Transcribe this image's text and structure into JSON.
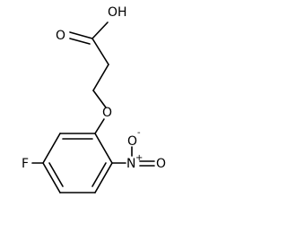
{
  "structure": {
    "atoms": {
      "hydroxyl": "OH",
      "carbonyl_oxygen": "O",
      "ether_oxygen": "O",
      "fluorine": "F",
      "nitro_nitrogen": "N",
      "nitro_charge": "+",
      "nitro_oxygen_top": "O",
      "nitro_oxygen_top_charge": "-",
      "nitro_oxygen_right": "O"
    }
  }
}
